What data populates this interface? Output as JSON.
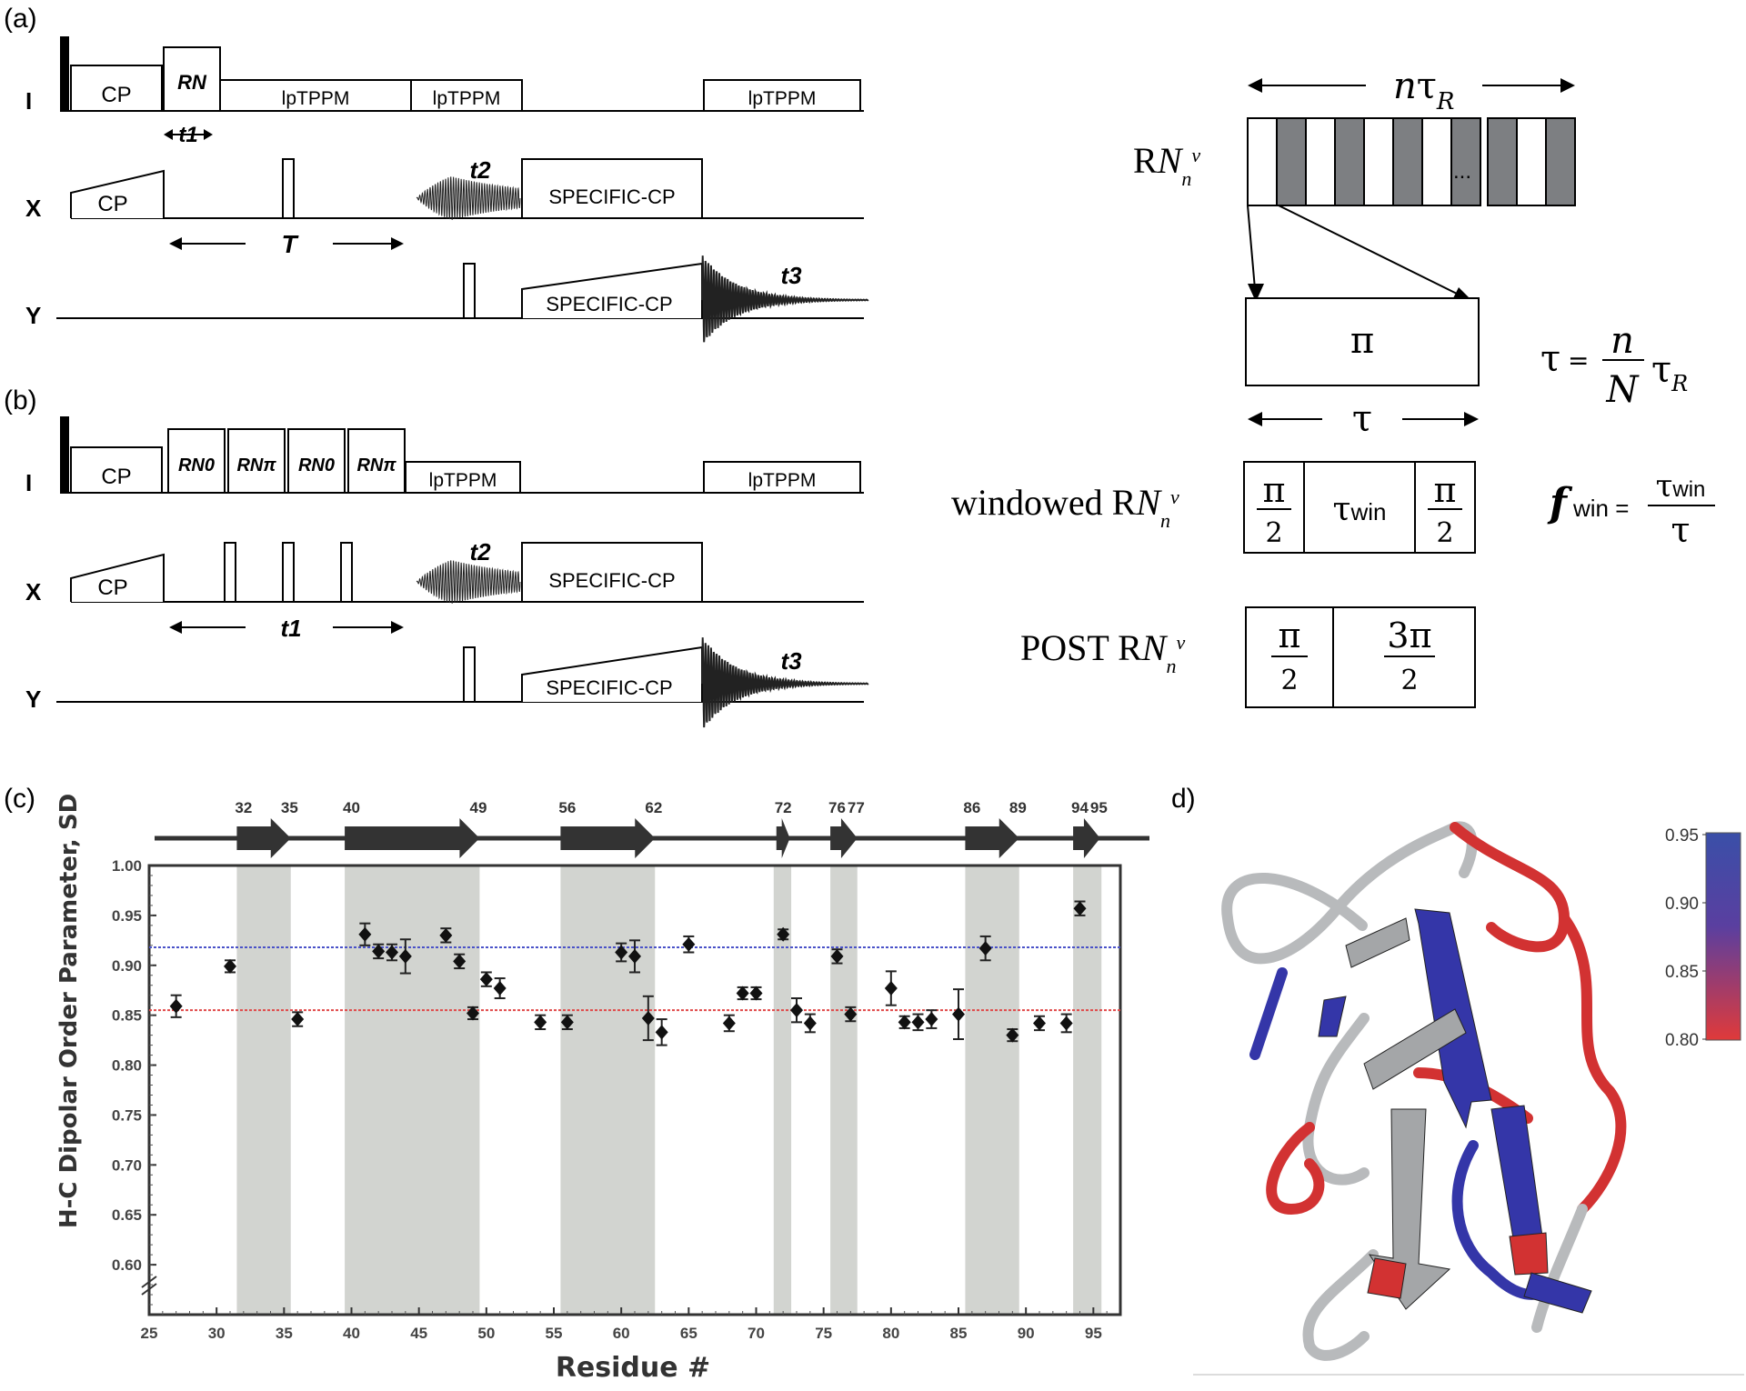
{
  "panels": {
    "a": "(a)",
    "b": "(b)",
    "c": "(c)",
    "d": "d)"
  },
  "channels": {
    "I": "I",
    "X": "X",
    "Y": "Y"
  },
  "panel_a": {
    "cp": "CP",
    "rn": "RN",
    "t1": "t1",
    "lptppm": "lpTPPM",
    "x_cp": "CP",
    "T": "T",
    "t2": "t2",
    "specific_cp": "SPECIFIC-CP",
    "t3": "t3"
  },
  "panel_b": {
    "cp": "CP",
    "rn_blocks": [
      "RN0",
      "RNπ",
      "RN0",
      "RNπ"
    ],
    "lptppm": "lpTPPM",
    "x_cp": "CP",
    "t1": "t1",
    "t2": "t2",
    "specific_cp": "SPECIFIC-CP",
    "t3": "t3"
  },
  "scheme": {
    "ntau_r": "nτR",
    "rn_label": "RNnv",
    "ellipsis": "...",
    "pi": "π",
    "tau": "τ",
    "tau_eq": "τ = n/N τR",
    "windowed": "windowed RNnv",
    "pi_half": "π/2",
    "tau_win": "τwin",
    "f_win": "fwin = τwin/τ",
    "post": "POST RNnv",
    "three_pi_half": "3π/2"
  },
  "chart_data": {
    "type": "scatter",
    "xlabel": "Residue #",
    "ylabel": "H-C Dipolar Order Parameter, SD",
    "xlim": [
      25,
      97
    ],
    "ylim": [
      0.55,
      1.0
    ],
    "xticks": [
      25,
      30,
      35,
      40,
      45,
      50,
      55,
      60,
      65,
      70,
      75,
      80,
      85,
      90,
      95
    ],
    "yticks": [
      0.6,
      0.65,
      0.7,
      0.75,
      0.8,
      0.85,
      0.9,
      0.95,
      1.0
    ],
    "axis_break": true,
    "reference_lines": [
      {
        "color": "#4a52c8",
        "value": 0.918
      },
      {
        "color": "#e04848",
        "value": 0.855
      }
    ],
    "secondary_structure": [
      {
        "label_start": "32",
        "label_end": "35",
        "start": 32,
        "end": 35
      },
      {
        "label_start": "40",
        "label_end": "49",
        "start": 40,
        "end": 49
      },
      {
        "label_start": "56",
        "label_end": "62",
        "start": 56,
        "end": 62
      },
      {
        "label_start": "72",
        "label_end": "",
        "start": 72,
        "end": 72
      },
      {
        "label_start": "76",
        "label_end": "77",
        "start": 76,
        "end": 77
      },
      {
        "label_start": "86",
        "label_end": "89",
        "start": 86,
        "end": 89
      },
      {
        "label_start": "94",
        "label_end": "95",
        "start": 94,
        "end": 95
      }
    ],
    "shaded_regions": [
      [
        31.5,
        35.5
      ],
      [
        39.5,
        49.5
      ],
      [
        55.5,
        62.5
      ],
      [
        71.3,
        72.6
      ],
      [
        75.5,
        77.5
      ],
      [
        85.5,
        89.5
      ],
      [
        93.5,
        95.6
      ]
    ],
    "points": [
      {
        "x": 27,
        "y": 0.859,
        "err": 0.011
      },
      {
        "x": 31,
        "y": 0.899,
        "err": 0.006
      },
      {
        "x": 36,
        "y": 0.846,
        "err": 0.007
      },
      {
        "x": 41,
        "y": 0.931,
        "err": 0.011
      },
      {
        "x": 42,
        "y": 0.914,
        "err": 0.007
      },
      {
        "x": 43,
        "y": 0.913,
        "err": 0.008
      },
      {
        "x": 44,
        "y": 0.909,
        "err": 0.017
      },
      {
        "x": 47,
        "y": 0.93,
        "err": 0.007
      },
      {
        "x": 48,
        "y": 0.904,
        "err": 0.007
      },
      {
        "x": 49,
        "y": 0.852,
        "err": 0.006
      },
      {
        "x": 50,
        "y": 0.886,
        "err": 0.007
      },
      {
        "x": 51,
        "y": 0.877,
        "err": 0.01
      },
      {
        "x": 54,
        "y": 0.843,
        "err": 0.007
      },
      {
        "x": 56,
        "y": 0.843,
        "err": 0.007
      },
      {
        "x": 60,
        "y": 0.913,
        "err": 0.009
      },
      {
        "x": 61,
        "y": 0.909,
        "err": 0.016
      },
      {
        "x": 62,
        "y": 0.847,
        "err": 0.022
      },
      {
        "x": 63,
        "y": 0.833,
        "err": 0.013
      },
      {
        "x": 65,
        "y": 0.921,
        "err": 0.008
      },
      {
        "x": 68,
        "y": 0.842,
        "err": 0.008
      },
      {
        "x": 69,
        "y": 0.872,
        "err": 0.006
      },
      {
        "x": 70,
        "y": 0.872,
        "err": 0.006
      },
      {
        "x": 72,
        "y": 0.931,
        "err": 0.005
      },
      {
        "x": 73,
        "y": 0.855,
        "err": 0.012
      },
      {
        "x": 74,
        "y": 0.842,
        "err": 0.009
      },
      {
        "x": 76,
        "y": 0.909,
        "err": 0.007
      },
      {
        "x": 77,
        "y": 0.851,
        "err": 0.007
      },
      {
        "x": 80,
        "y": 0.877,
        "err": 0.017
      },
      {
        "x": 81,
        "y": 0.843,
        "err": 0.006
      },
      {
        "x": 82,
        "y": 0.843,
        "err": 0.008
      },
      {
        "x": 83,
        "y": 0.846,
        "err": 0.009
      },
      {
        "x": 85,
        "y": 0.851,
        "err": 0.025
      },
      {
        "x": 87,
        "y": 0.917,
        "err": 0.012
      },
      {
        "x": 89,
        "y": 0.83,
        "err": 0.006
      },
      {
        "x": 91,
        "y": 0.842,
        "err": 0.007
      },
      {
        "x": 93,
        "y": 0.842,
        "err": 0.009
      },
      {
        "x": 94,
        "y": 0.957,
        "err": 0.007
      }
    ]
  },
  "colorbar": {
    "ticks": [
      "0.95",
      "0.90",
      "0.85",
      "0.80"
    ],
    "colors": [
      "#3a4fa8",
      "#6a3d9a",
      "#e03a3a"
    ]
  }
}
